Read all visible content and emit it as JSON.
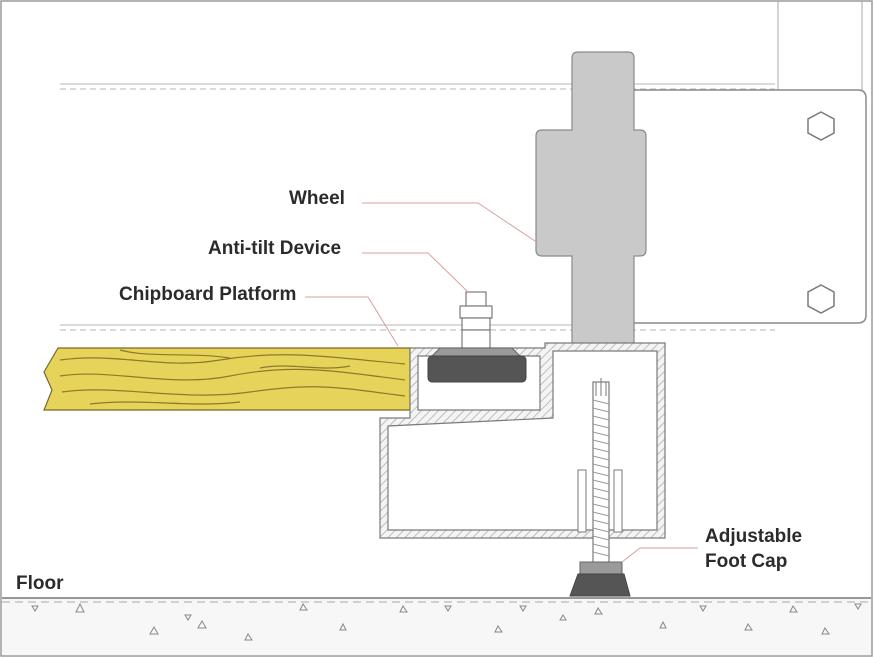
{
  "labels": {
    "wheel": "Wheel",
    "anti_tilt": "Anti-tilt Device",
    "chipboard": "Chipboard Platform",
    "adjustable_line1": "Adjustable",
    "adjustable_line2": "Foot Cap",
    "floor": "Floor"
  },
  "colors": {
    "wood": "#e6d35a",
    "wood_grain": "#8c7a2a",
    "wheel": "#c9c9c9",
    "rubber_pad": "#555555",
    "hatch": "#b8b8b8",
    "leader": "#d9a0a0",
    "outline": "#777777"
  }
}
